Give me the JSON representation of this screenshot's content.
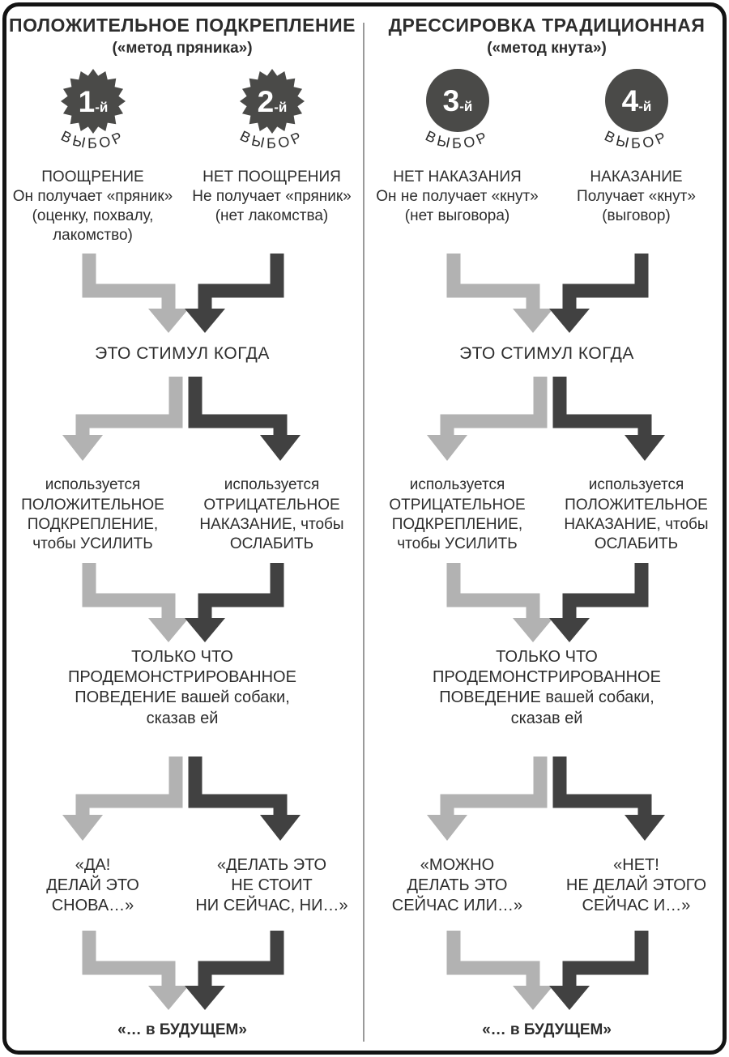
{
  "colors": {
    "light_arrow": "#b2b2b2",
    "dark_arrow": "#414141",
    "badge_fill": "#4a4a48",
    "badge_number": "#ffffff",
    "text": "#2d2d2d",
    "frame_border": "#141414",
    "divider": "#9a9a9a"
  },
  "columns": [
    {
      "title": "ПОЛОЖИТЕЛЬНОЕ ПОДКРЕПЛЕНИЕ",
      "subtitle": "(«метод пряника»)",
      "badge_shape": "burst",
      "badges": [
        {
          "number": "1",
          "suffix": "-й",
          "label": "ВЫБОР"
        },
        {
          "number": "2",
          "suffix": "-й",
          "label": "ВЫБОР"
        }
      ],
      "outcomes": [
        "ПООЩРЕНИЕ\nОн получает «пряник»\n(оценку, похвалу,\nлакомство)",
        "НЕТ ПООЩРЕНИЯ\nНе получает «пряник»\n(нет лакомства)"
      ],
      "stimulus": "ЭТО СТИМУЛ КОГДА",
      "usage": [
        "используется\nПОЛОЖИТЕЛЬНОЕ\nПОДКРЕПЛЕНИЕ,\nчтобы УСИЛИТЬ",
        "используется\nОТРИЦАТЕЛЬНОЕ\nНАКАЗАНИЕ, чтобы\nОСЛАБИТЬ"
      ],
      "behavior": "ТОЛЬКО ЧТО\nПРОДЕМОНСТРИРОВАННОЕ\nПОВЕДЕНИЕ вашей собаки,\nсказав ей",
      "quotes": [
        "«ДА!\nДЕЛАЙ ЭТО\nСНОВА…»",
        "«ДЕЛАТЬ ЭТО\nНЕ СТОИТ\nНИ СЕЙЧАС, НИ…»"
      ],
      "future": "«… в БУДУЩЕМ»"
    },
    {
      "title": "ДРЕССИРОВКА ТРАДИЦИОННАЯ",
      "subtitle": "(«метод кнута»)",
      "badge_shape": "circle",
      "badges": [
        {
          "number": "3",
          "suffix": "-й",
          "label": "ВЫБОР"
        },
        {
          "number": "4",
          "suffix": "-й",
          "label": "ВЫБОР"
        }
      ],
      "outcomes": [
        "НЕТ НАКАЗАНИЯ\nОн не получает «кнут»\n(нет выговора)",
        "НАКАЗАНИЕ\nПолучает «кнут»\n(выговор)"
      ],
      "stimulus": "ЭТО СТИМУЛ КОГДА",
      "usage": [
        "используется\nОТРИЦАТЕЛЬНОЕ\nПОДКРЕПЛЕНИЕ,\nчтобы УСИЛИТЬ",
        "используется\nПОЛОЖИТЕЛЬНОЕ\nНАКАЗАНИЕ, чтобы\nОСЛАБИТЬ"
      ],
      "behavior": "ТОЛЬКО ЧТО\nПРОДЕМОНСТРИРОВАННОЕ\nПОВЕДЕНИЕ вашей собаки,\nсказав ей",
      "quotes": [
        "«МОЖНО\nДЕЛАТЬ ЭТО\nСЕЙЧАС ИЛИ…»",
        "«НЕТ!\nНЕ ДЕЛАЙ ЭТОГО\nСЕЙЧАС И…»"
      ],
      "future": "«… в БУДУЩЕМ»"
    }
  ]
}
